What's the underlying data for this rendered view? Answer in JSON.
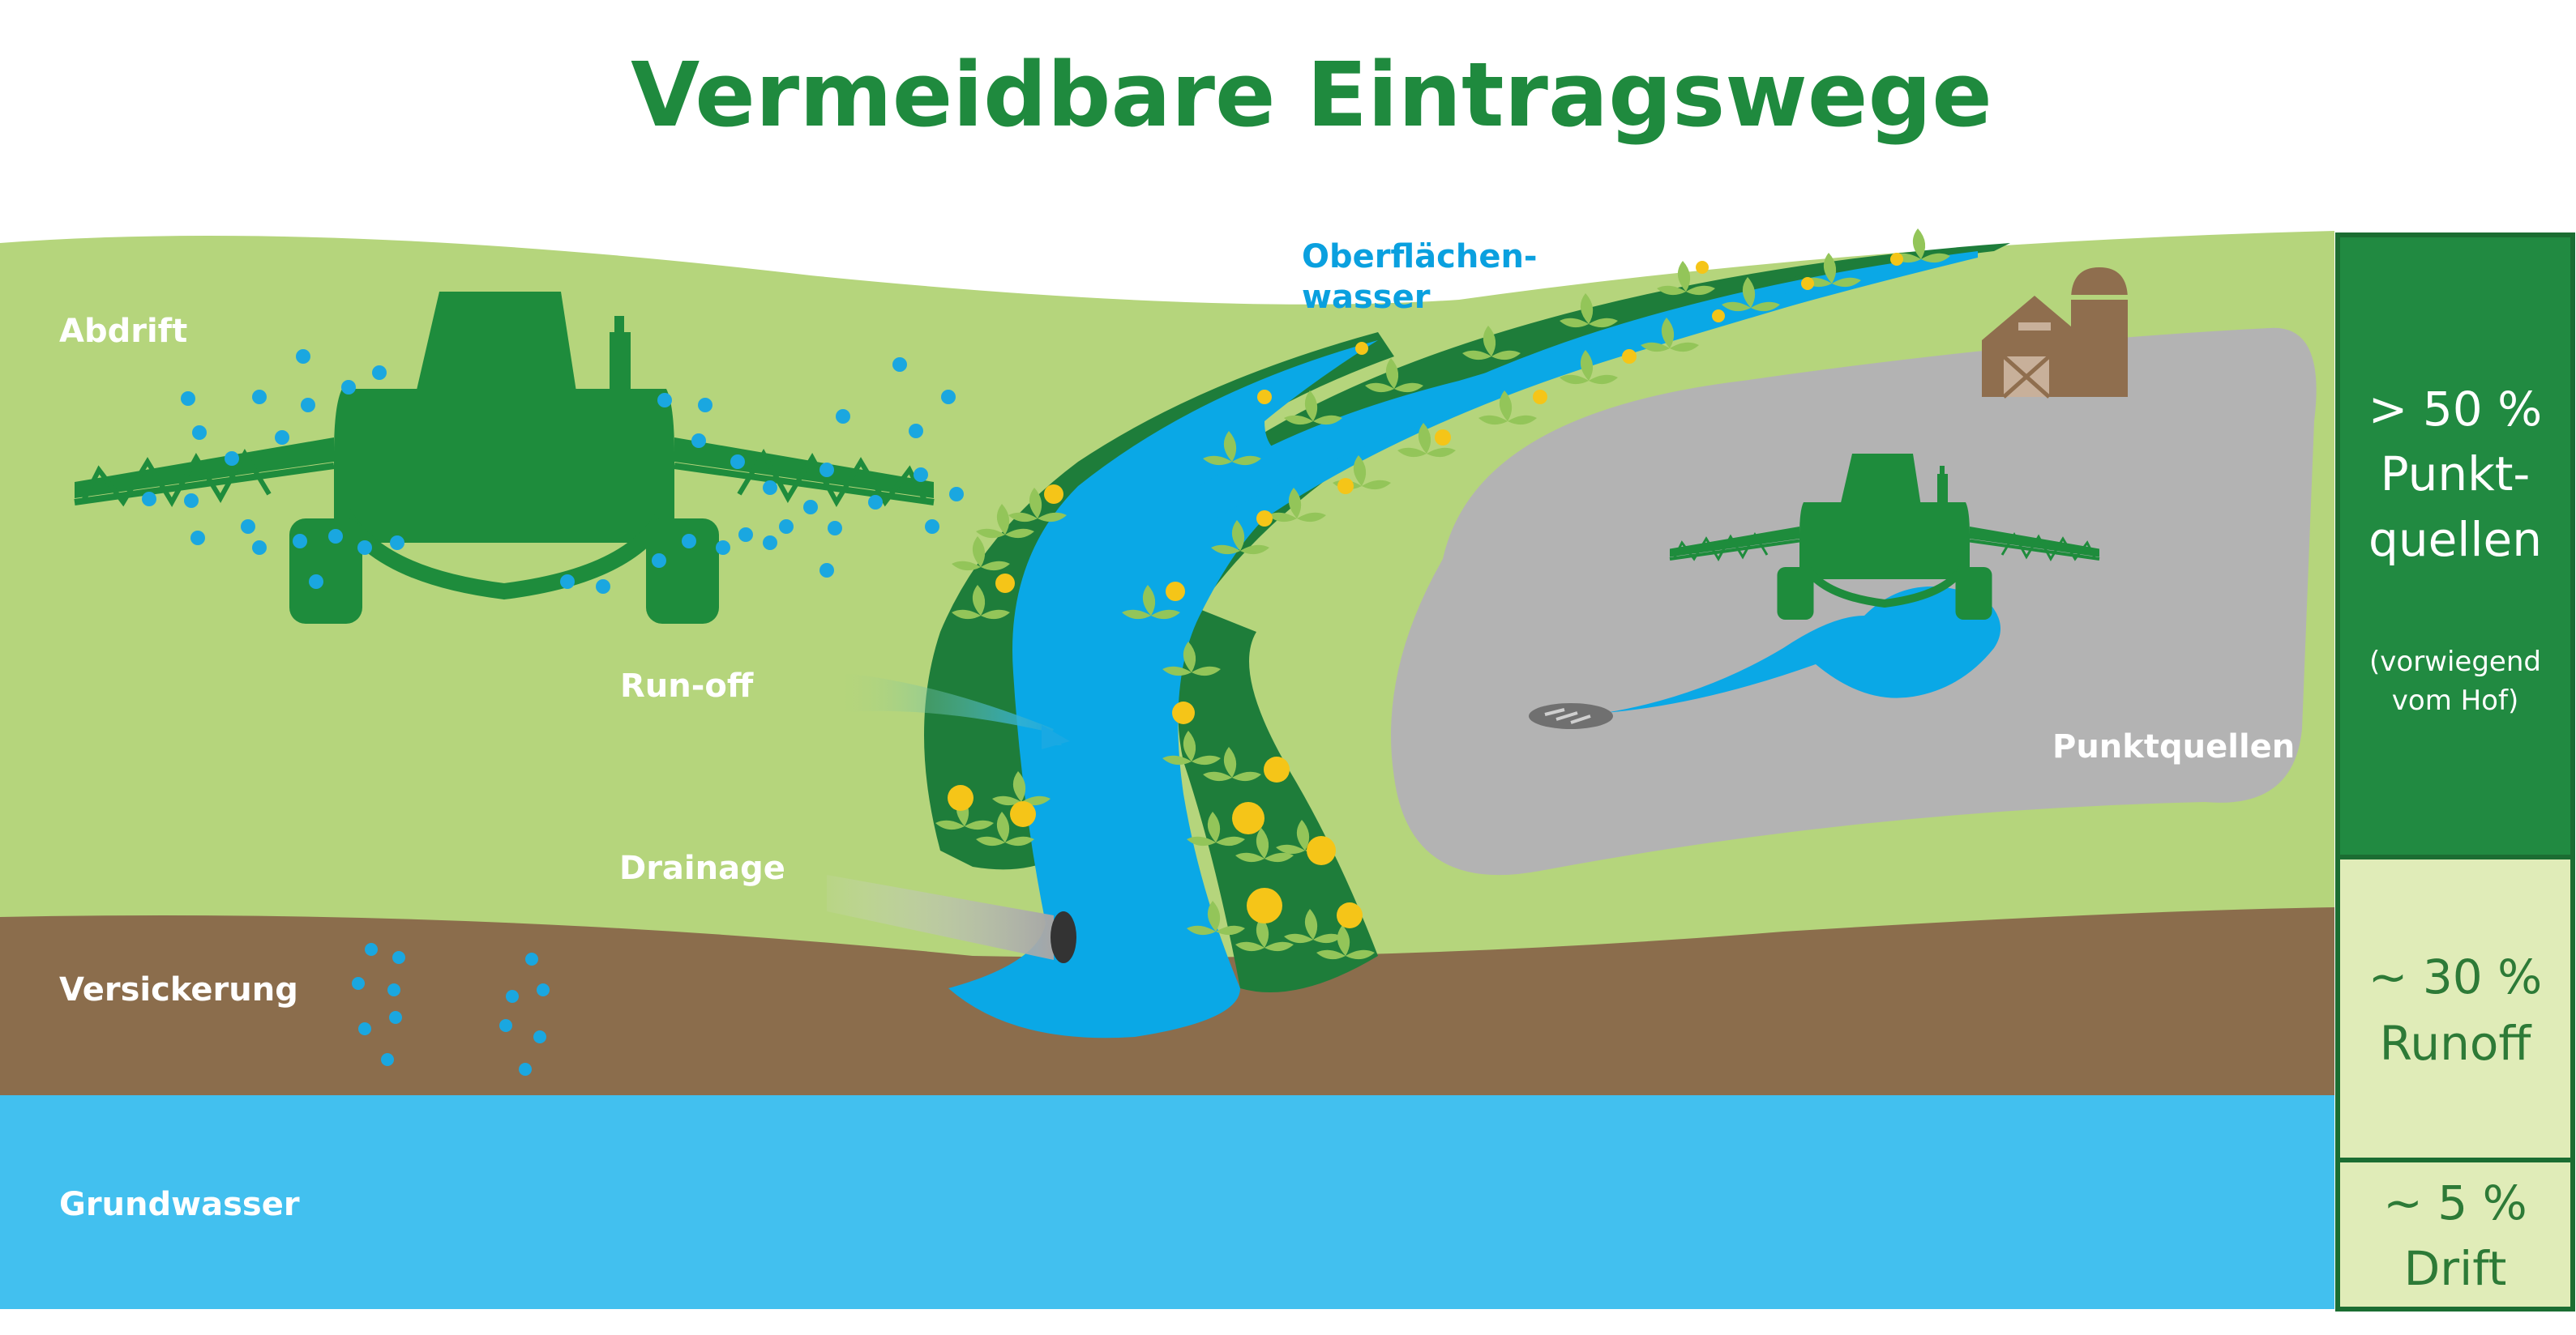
{
  "title": "Vermeidbare Eintragswege",
  "labels": {
    "abdrift": "Abdrift",
    "oberflaechenwasser_1": "Oberflächen-",
    "oberflaechenwasser_2": "wasser",
    "runoff": "Run-off",
    "drainage": "Drainage",
    "punktquellen": "Punktquellen",
    "versickerung": "Versickerung",
    "grundwasser": "Grundwasser"
  },
  "sidebar": {
    "box1": {
      "line1": "> 50 %",
      "line2": "Punkt-",
      "line3": "quellen",
      "note1": "(vorwiegend",
      "note2": "vom Hof)"
    },
    "box2": {
      "line1": "~ 30 %",
      "line2": "Runoff"
    },
    "box3": {
      "line1": "~ 5 %",
      "line2": "Drift"
    }
  },
  "colors": {
    "title_green": "#1f8a3e",
    "field_green": "#b5d57c",
    "soil_brown": "#8b6d4c",
    "groundwater_blue": "#42c0ef",
    "stream_blue": "#0aa8e6",
    "dark_green": "#1e7d3a",
    "point_grey": "#b3b3b3",
    "side_light": "#e0ecb8"
  },
  "icons": [
    "sprayer-icon",
    "barn-icon",
    "drain-pipe-icon",
    "manhole-icon",
    "drift-droplets-icon"
  ]
}
